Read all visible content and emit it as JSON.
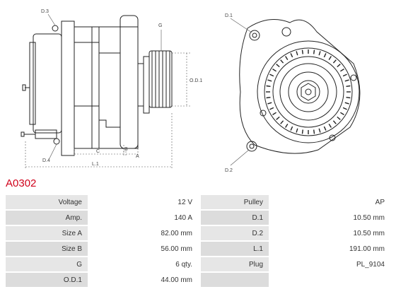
{
  "part_code": "A0302",
  "labels": {
    "d3": "D.3",
    "d4": "D.4",
    "g": "G",
    "od1": "O.D.1",
    "c": "C",
    "a": "A",
    "b": "B",
    "l1": "L.1",
    "d1": "D.1",
    "d2": "D.2"
  },
  "specs": [
    {
      "left_label": "Voltage",
      "left_value": "12 V",
      "right_label": "Pulley",
      "right_value": "AP"
    },
    {
      "left_label": "Amp.",
      "left_value": "140 A",
      "right_label": "D.1",
      "right_value": "10.50 mm"
    },
    {
      "left_label": "Size A",
      "left_value": "82.00 mm",
      "right_label": "D.2",
      "right_value": "10.50 mm"
    },
    {
      "left_label": "Size B",
      "left_value": "56.00 mm",
      "right_label": "L.1",
      "right_value": "191.00 mm"
    },
    {
      "left_label": "G",
      "left_value": "6 qty.",
      "right_label": "Plug",
      "right_value": "PL_9104"
    },
    {
      "left_label": "O.D.1",
      "left_value": "44.00 mm",
      "right_label": "",
      "right_value": ""
    }
  ]
}
